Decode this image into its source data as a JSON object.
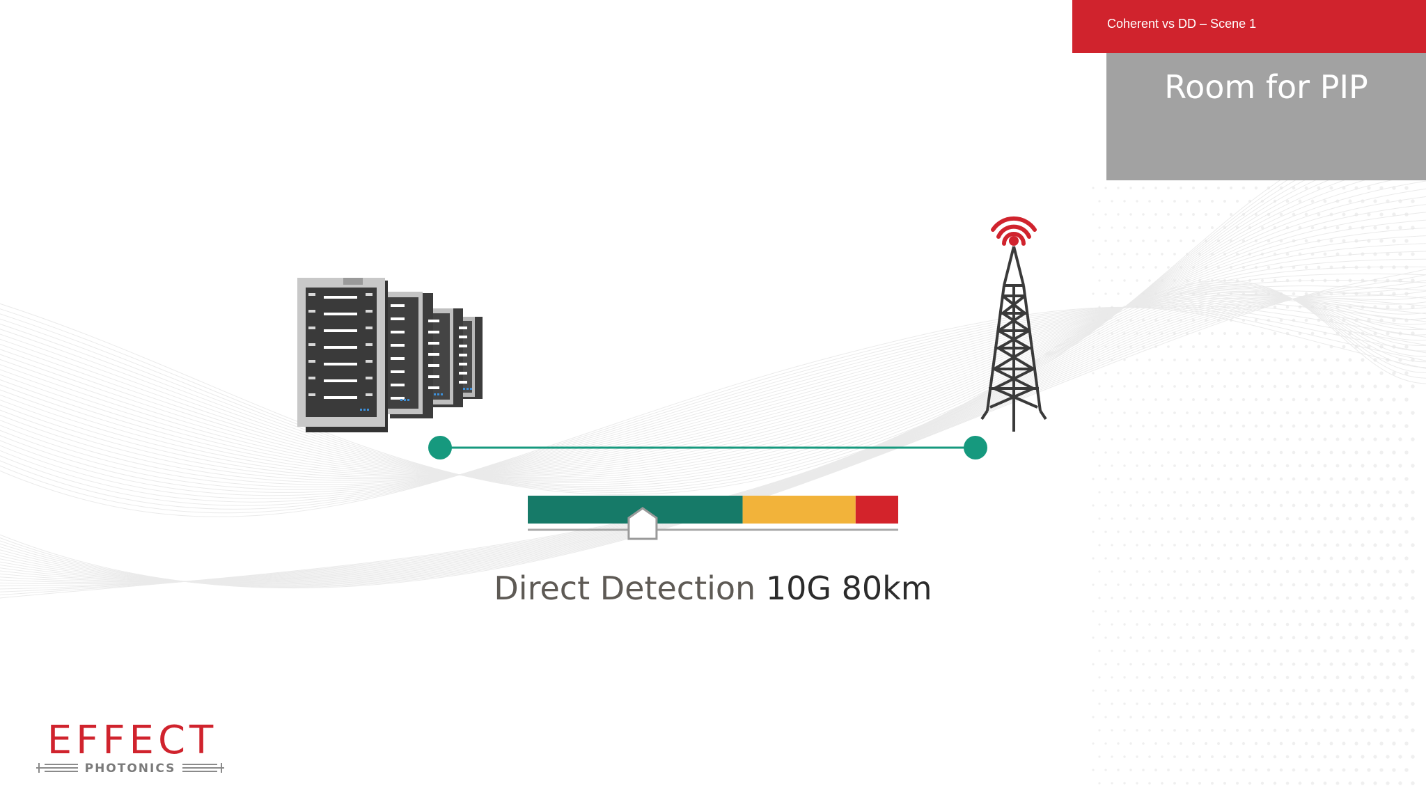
{
  "header": {
    "scene_label": "Coherent vs DD – Scene 1",
    "pip_placeholder": "Room for PIP"
  },
  "caption": {
    "technology": "Direct Detection",
    "spec": "10G 80km"
  },
  "gauge": {
    "segments": [
      {
        "color": "#167a68",
        "fraction": 0.58
      },
      {
        "color": "#f2b33a",
        "fraction": 0.305
      },
      {
        "color": "#d3232b",
        "fraction": 0.115
      }
    ],
    "marker_fraction": 0.31
  },
  "logo": {
    "wordmark": "EFFECT",
    "subline": "PHOTONICS"
  },
  "colors": {
    "brand_red": "#d0232d",
    "link_teal": "#16997e",
    "pip_gray": "#a2a2a2"
  },
  "icons": {
    "left": "server-racks-icon",
    "right": "cell-tower-icon"
  }
}
